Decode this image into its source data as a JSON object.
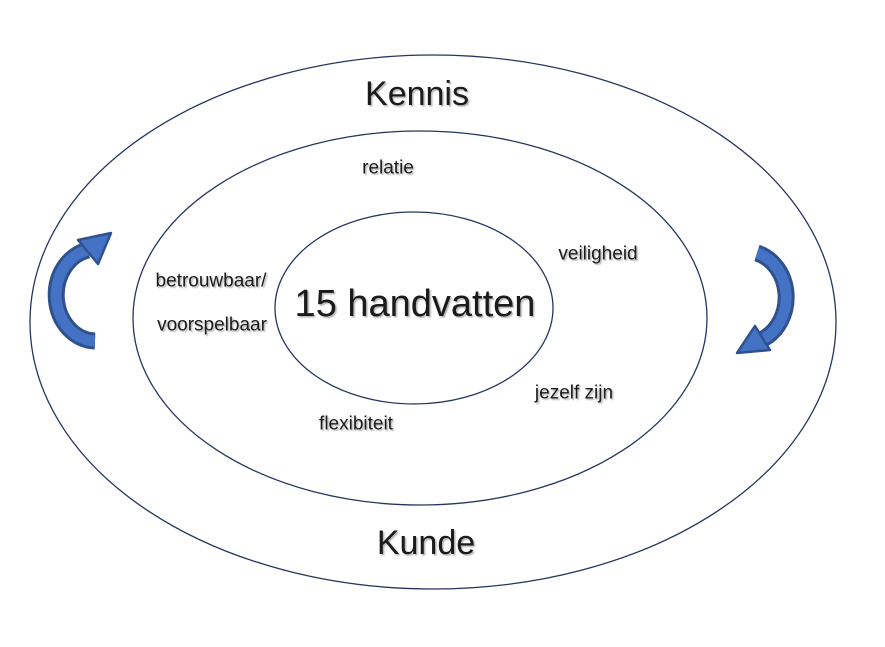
{
  "diagram": {
    "center": {
      "label": "15 handvatten"
    },
    "outer_ring": {
      "top_label": "Kennis",
      "bottom_label": "Kunde"
    },
    "middle_ring_labels": [
      {
        "id": "relatie",
        "label": "relatie"
      },
      {
        "id": "veiligheid",
        "label": "veiligheid"
      },
      {
        "id": "betrouwbaar",
        "label": "betrouwbaar/"
      },
      {
        "id": "voorspelbaar",
        "label": "voorspelbaar"
      },
      {
        "id": "jezelf-zijn",
        "label": "jezelf zijn"
      },
      {
        "id": "flexibiteit",
        "label": "flexibiteit"
      }
    ],
    "icons": [
      {
        "name": "curved-arrow-left",
        "meaning": "counter-clockwise rotation arrow"
      },
      {
        "name": "curved-arrow-right",
        "meaning": "clockwise rotation arrow"
      }
    ]
  },
  "colors": {
    "ellipse_stroke": "#24365f",
    "arrow_fill": "#4472c4",
    "arrow_outline": "#2f528f",
    "background": "#ffffff",
    "text": "#1b1b1b"
  }
}
